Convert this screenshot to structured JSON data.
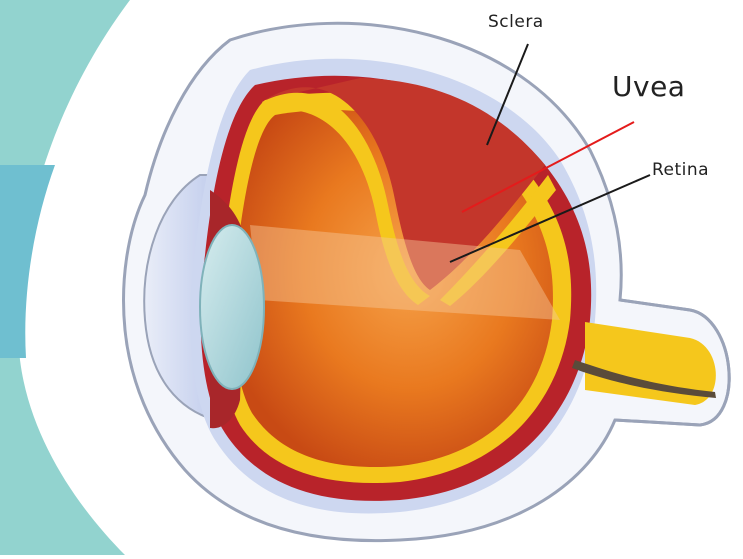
{
  "labels": {
    "sclera": "Sclera",
    "uvea": "Uvea",
    "retina": "Retina"
  },
  "colors": {
    "background_teal": "#92d3cf",
    "background_blue": "#6fbfd0",
    "sclera_fill": "#f4f6fb",
    "sclera_inner": "#cdd7f0",
    "choroid_red": "#b8232a",
    "retina_yellow": "#f5c71c",
    "vitreous_orange": "#e9791f",
    "lens_blue": "#a9d4d8",
    "leader_red": "#e41b1b",
    "leader_dark": "#1a1a1a"
  }
}
